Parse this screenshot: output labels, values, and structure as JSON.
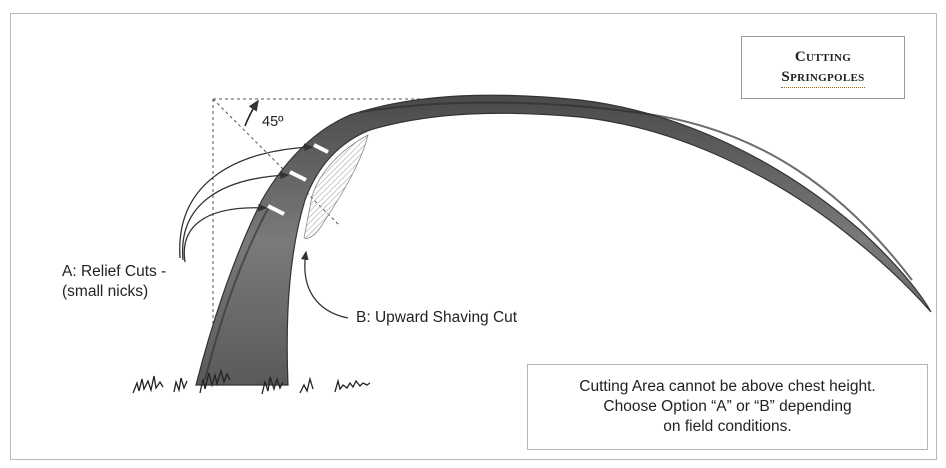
{
  "title": {
    "line1": "Cutting",
    "line2": "Springpoles"
  },
  "angle_label": "45º",
  "labels": {
    "relief_cuts_line1": "A: Relief Cuts -",
    "relief_cuts_line2": "(small nicks)",
    "shaving_cut": "B: Upward Shaving Cut"
  },
  "note": {
    "line1": "Cutting Area cannot be above chest height.",
    "line2": "Choose Option “A” or “B” depending",
    "line3": "on field conditions."
  },
  "colors": {
    "trunk": "#6f6f6f",
    "trunk_dark": "#3d3d3d",
    "cut_hatch": "#a7a7a7",
    "guide_dash": "#555555",
    "arrow": "#333333"
  }
}
